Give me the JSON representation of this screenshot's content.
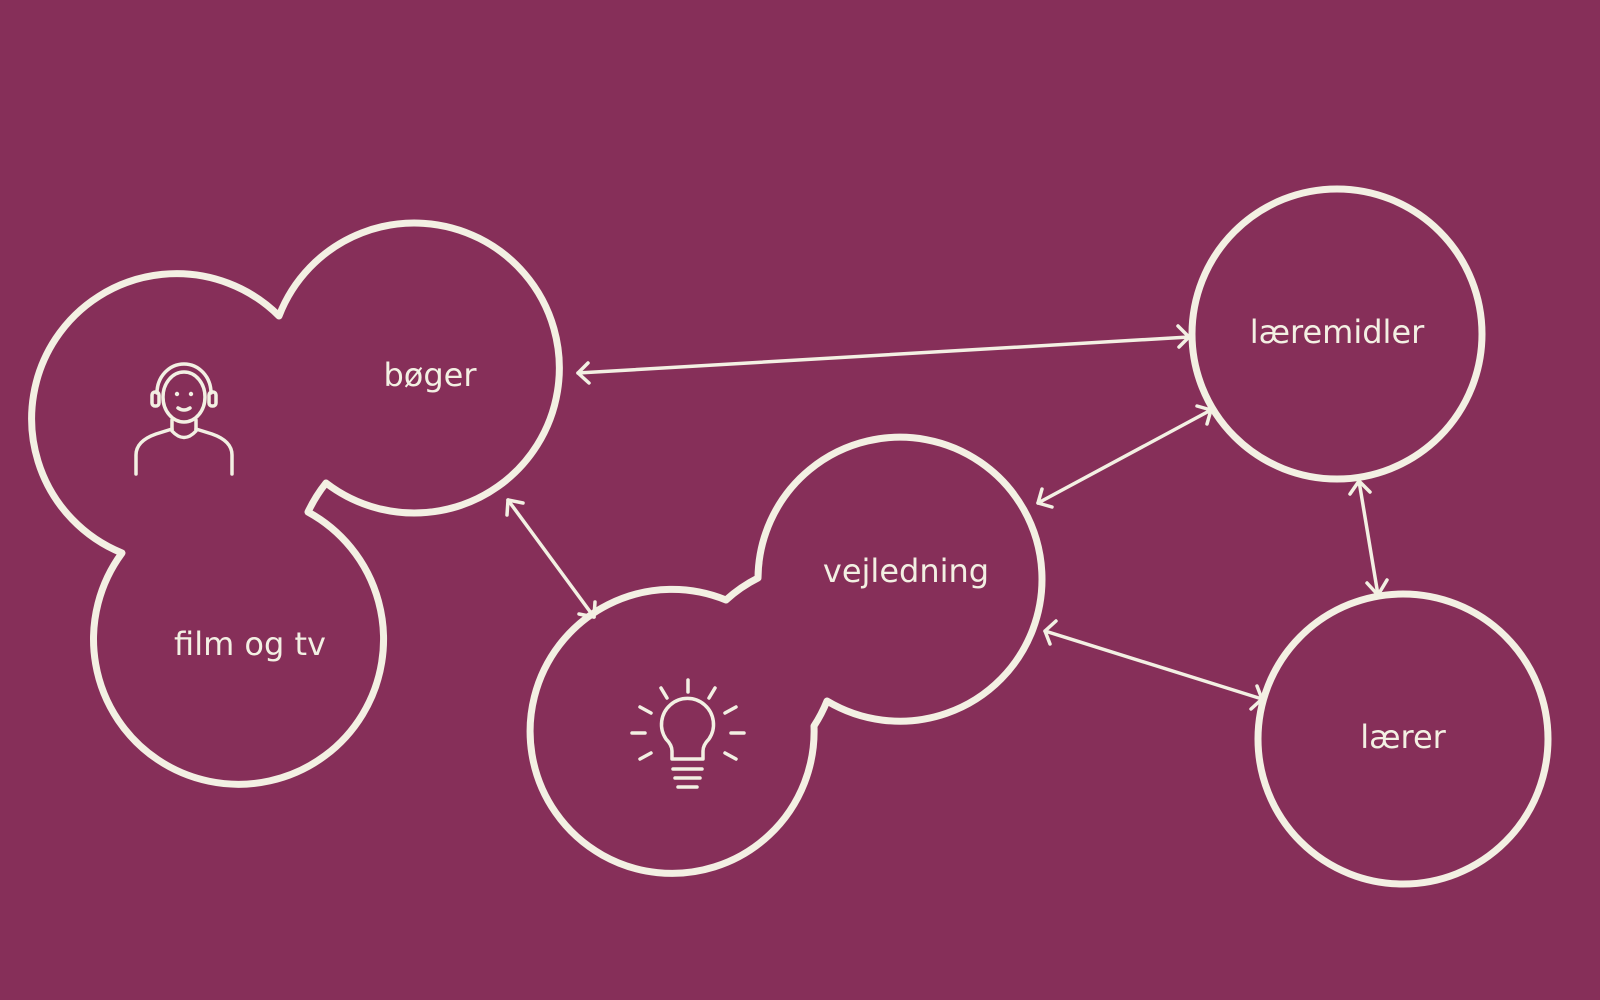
{
  "colors": {
    "background": "#862f59",
    "foreground": "#f3f0e3"
  },
  "nodes": {
    "boger": "bøger",
    "film_og_tv": "film og tv",
    "laeremidler": "læremidler",
    "vejledning": "vejledning",
    "laerer": "lærer"
  },
  "icons": {
    "person": "person-with-headphones-icon",
    "idea": "lightbulb-icon"
  },
  "edges": [
    {
      "from": "bøger",
      "to": "læremidler",
      "direction": "both"
    },
    {
      "from": "bøger",
      "to": "vejledning",
      "direction": "both"
    },
    {
      "from": "vejledning",
      "to": "læremidler",
      "direction": "both"
    },
    {
      "from": "vejledning",
      "to": "lærer",
      "direction": "both"
    },
    {
      "from": "læremidler",
      "to": "lærer",
      "direction": "both"
    }
  ]
}
